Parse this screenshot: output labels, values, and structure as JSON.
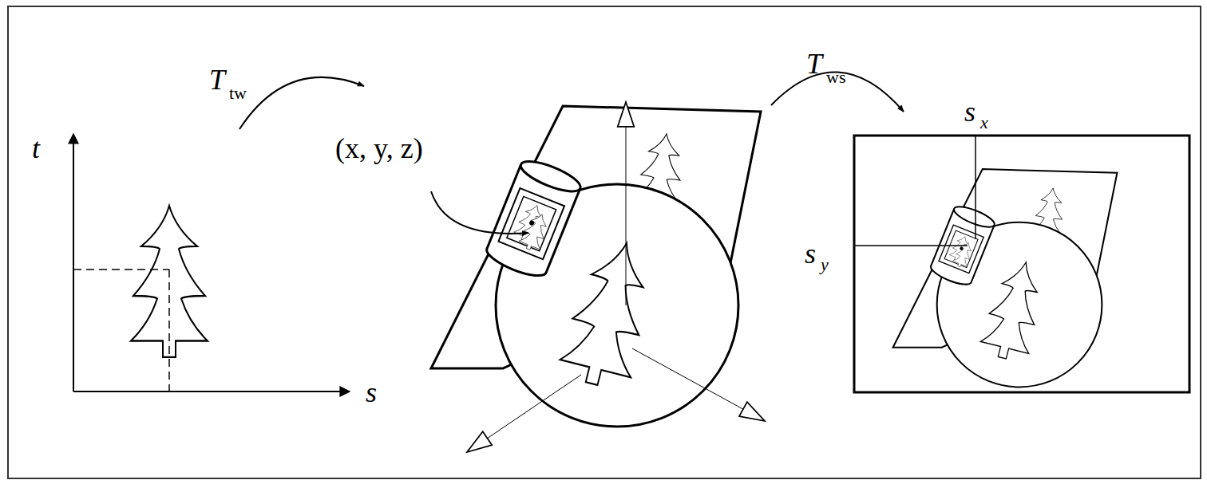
{
  "diagram": {
    "labels": [
      "T",
      "tw",
      "T",
      "ws",
      "t",
      "s",
      "(x, y, z)",
      "s",
      "x",
      "s",
      "y"
    ]
  }
}
